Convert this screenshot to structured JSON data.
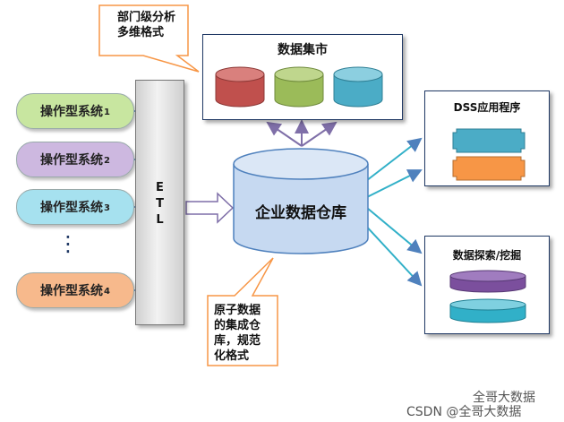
{
  "callout_top": {
    "line1": "部门级分析",
    "line2": "多维格式"
  },
  "data_mart": {
    "title": "数据集市",
    "cylinder_colors": [
      "#c0504d",
      "#9bbb59",
      "#4bacc6"
    ]
  },
  "sources": [
    {
      "label": "操作型系统",
      "num": "1",
      "color": "#c8e6a0"
    },
    {
      "label": "操作型系统",
      "num": "2",
      "color": "#cdb8e0"
    },
    {
      "label": "操作型系统",
      "num": "3",
      "color": "#a6e1ef"
    },
    {
      "label": "操作型系统",
      "num": "4",
      "color": "#f7b98c"
    }
  ],
  "ellipsis": "⋮",
  "etl": {
    "letters": [
      "E",
      "T",
      "L"
    ]
  },
  "warehouse": {
    "label": "企业数据仓库",
    "color": "#c6d9f1"
  },
  "callout_bottom": {
    "line1": "原子数据",
    "line2": "的集成仓",
    "line3": "库，规范",
    "line4": "化格式"
  },
  "dss": {
    "title": "DSS应用程序",
    "colors": [
      "#4bacc6",
      "#f79646"
    ]
  },
  "mining": {
    "title": "数据探索/挖掘",
    "colors": [
      "#7b4f9d",
      "#31b0c8"
    ]
  },
  "watermark": {
    "line1": "全哥大数据",
    "line2": "CSDN @全哥大数据"
  }
}
